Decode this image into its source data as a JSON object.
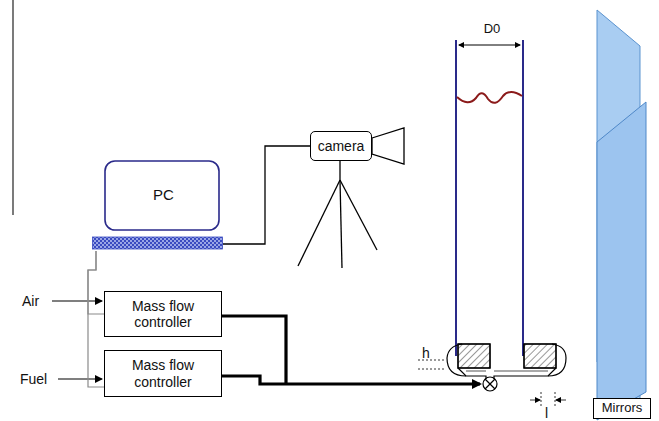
{
  "diagram": {
    "nodes": [
      {
        "text": [
          "PC"
        ]
      },
      {
        "text": [
          "camera"
        ]
      },
      {
        "text": [
          "Mass flow controller"
        ]
      },
      {
        "text": [
          "Mass flow controller"
        ]
      },
      {
        "text": [
          "Mirrors"
        ]
      }
    ],
    "edges": [
      {
        "from": 0,
        "to": 1,
        "arrow": "none"
      },
      {
        "from": 0,
        "to": 2,
        "arrow": "none"
      },
      {
        "from": 0,
        "to": 3,
        "arrow": "none"
      }
    ],
    "labels": [
      "D0",
      "Air",
      "Fuel",
      "h",
      "l"
    ]
  }
}
